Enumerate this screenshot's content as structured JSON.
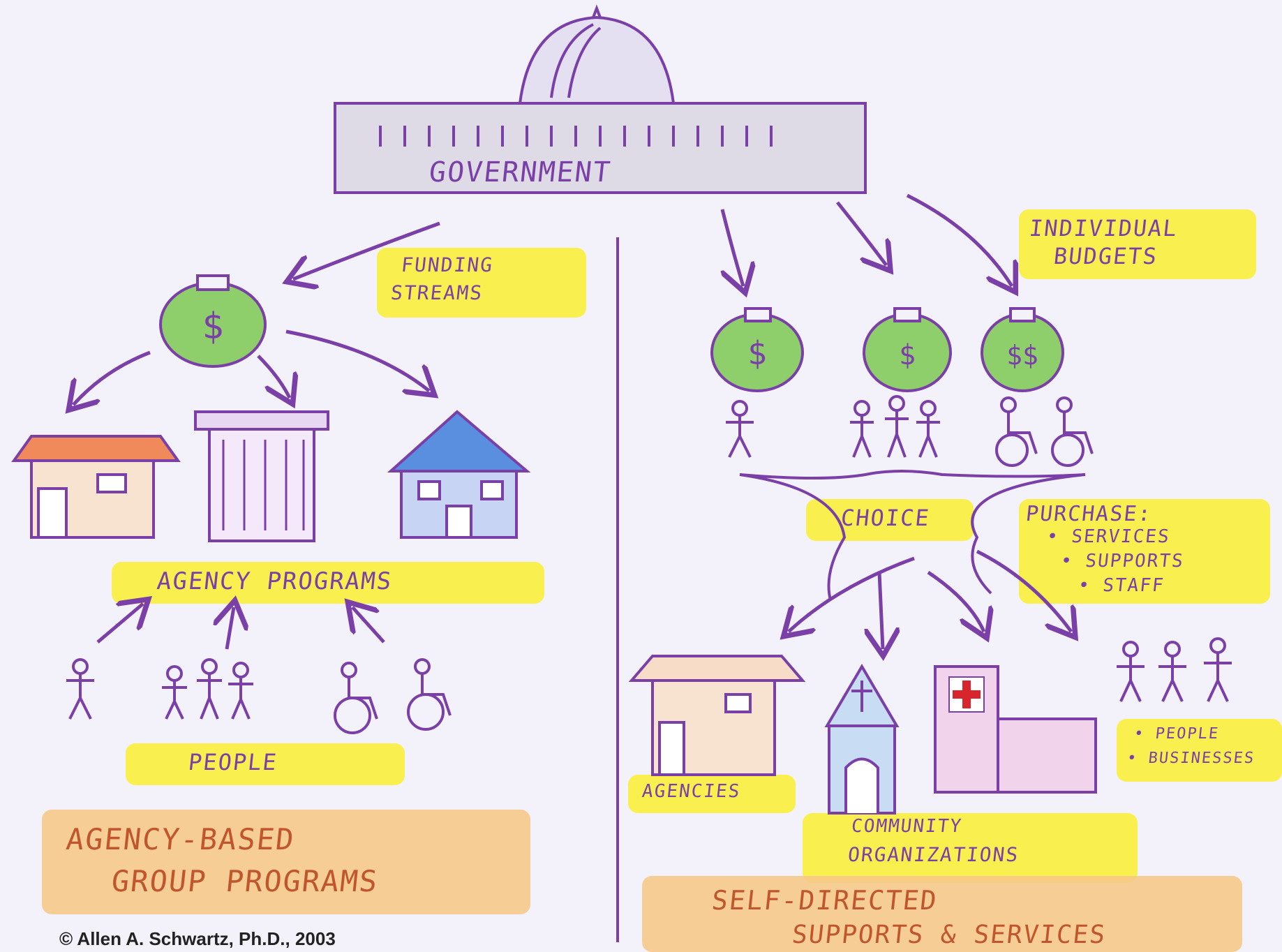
{
  "labels": {
    "government": "GOVERNMENT",
    "funding_streams_line1": "FUNDING",
    "funding_streams_line2": "STREAMS",
    "individual_budgets_line1": "INDIVIDUAL",
    "individual_budgets_line2": "BUDGETS",
    "agency_programs": "AGENCY PROGRAMS",
    "people": "PEOPLE",
    "choice": "CHOICE",
    "purchase_title": "PURCHASE:",
    "purchase_items": [
      "• SERVICES",
      "• SUPPORTS",
      "• STAFF"
    ],
    "agencies": "AGENCIES",
    "community_line1": "COMMUNITY",
    "community_line2": "ORGANIZATIONS",
    "people_businesses_line1": "• PEOPLE",
    "people_businesses_line2": "• BUSINESSES",
    "agency_based_line1": "AGENCY-BASED",
    "agency_based_line2": "GROUP PROGRAMS",
    "self_directed_line1": "SELF-DIRECTED",
    "self_directed_line2": "SUPPORTS & SERVICES",
    "copyright": "© Allen A. Schwartz, Ph.D., 2003"
  },
  "icons": {
    "bag_symbol_single": "$",
    "bag_symbol_multi": "$$"
  },
  "colors": {
    "ink": "#7b3fa8",
    "highlight_yellow": "#f9ef3c",
    "highlight_orange": "#f6c98a",
    "money_green": "#8fcf6b",
    "roof_orange": "#f08a5a",
    "roof_blue": "#5a8fe0",
    "cross_red": "#d8242c"
  }
}
